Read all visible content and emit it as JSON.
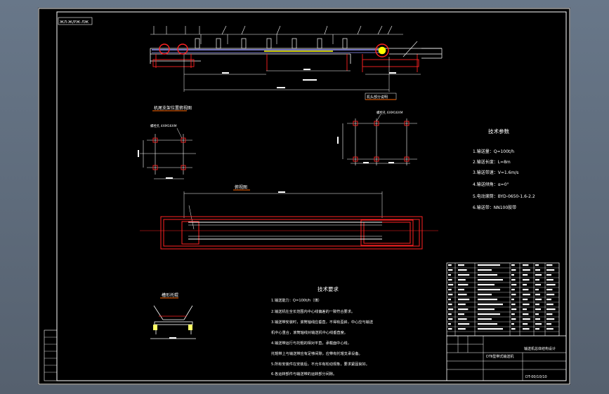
{
  "window": {
    "bg_color": "#5a6878",
    "sheet_color": "#000000"
  },
  "drawing": {
    "stamp_text": "ЖЛ-Ж/РЖ-ЛЖ",
    "section_title_stand": "机尾支架位置俯视图",
    "note_tag": "机头部分说明",
    "hole_label_left": "螺栓孔 4XM16XM",
    "hole_label_right": "螺栓孔 6XM16XM",
    "plan_view_title": "俯视图",
    "idler_title": "槽形托辊",
    "tech_params": {
      "title": "技术参数",
      "items": [
        "1.输送量：Q=100t/h",
        "2.输送长度：L=8m",
        "3.输送带速：V=1.6m/s",
        "4.输送倾角：α=0°",
        "5.电动滚筒：BYD-0650-1.6-2.2",
        "6.输送带：NN100胶带"
      ]
    },
    "tech_req": {
      "title": "技术要求",
      "items": [
        "1.输送能力：Q=100t/h（煤）",
        "2.输送机在全长范围内中心线偏差的一致符合要求。",
        "3.输送带安装时，滚筒轴线应垂直，不得有歪斜，中心应与输送",
        "  机中心重合，滚筒轴线对输送机中心线垂直度。",
        "4.输送带运行与托辊的相对平直，承载面中心线，",
        "  托辊带上与输送带应有足够间隙，应带有托辊支承设备。",
        "5.所有安装件在安装后，不允许有松动现象，要求紧固良好。",
        "6.各运转部件与输送带的运转部分间隙。"
      ]
    },
    "title_block": {
      "project": "DTⅡ型带式输送机",
      "company": "输送机总体结构设计",
      "drawing_no": "DT-00/10/10"
    },
    "layer_colors": {
      "outline": "#ffffff",
      "dimension": "#ff3333",
      "highlight": "#ffff00",
      "belt": "#9999ff",
      "center": "#ff6600",
      "pulley": "#ff2222",
      "green": "#33cc33",
      "cyan": "#00cccc"
    }
  }
}
